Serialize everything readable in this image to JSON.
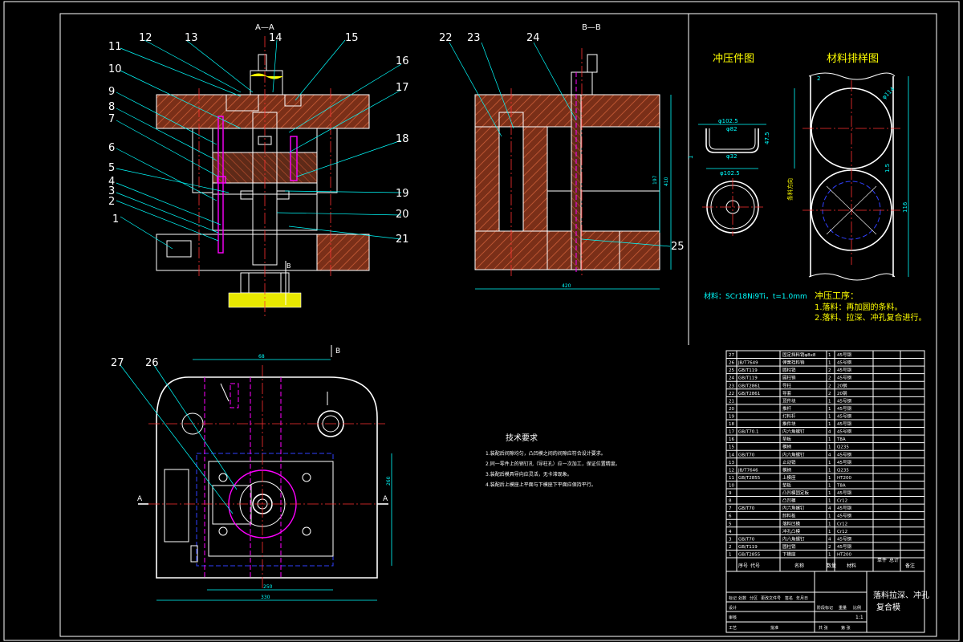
{
  "views": {
    "section_aa": "A—A",
    "section_bb": "B—B",
    "stamped_part": "冲压件图",
    "layout": "材料排样图"
  },
  "part_callouts": [
    "1",
    "2",
    "3",
    "4",
    "5",
    "6",
    "7",
    "8",
    "9",
    "10",
    "11",
    "12",
    "13",
    "14",
    "15",
    "16",
    "17",
    "18",
    "19",
    "20",
    "21",
    "22",
    "23",
    "24",
    "25",
    "26",
    "27"
  ],
  "section_markers": {
    "a_left": "A",
    "a_right": "A",
    "b_top": "B",
    "b_bottom": "B"
  },
  "material_note": "材料：SCr18Ni9Ti，t=1.0mm",
  "process": {
    "title": "冲压工序：",
    "steps": [
      "1.落料：再加圆的条料。",
      "2.落料、拉深、冲孔复合进行。"
    ]
  },
  "tech_req": {
    "title": "技术要求",
    "lines": [
      "1.装配后间隙均匀，凸凹模之间的间隙应符合设计要求。",
      "2.同一零件上的销钉孔（导柱孔）应一次加工，保证位置精度。",
      "3.装配后模具导向应灵活，无卡滞现象。",
      "4.装配后上模座上平面与下模座下平面应保持平行。"
    ]
  },
  "bom": {
    "header": [
      "序号",
      "代号",
      "名称",
      "数量",
      "材料",
      "单件",
      "总计",
      "备注"
    ],
    "rows": [
      [
        "27",
        "",
        "固定挡料销φ8x8",
        "1",
        "45号钢"
      ],
      [
        "26",
        "JB/T7649",
        "弹簧挡料销",
        "1",
        "45号钢"
      ],
      [
        "25",
        "GB/T119",
        "圆柱销",
        "2",
        "45号钢"
      ],
      [
        "24",
        "GB/T119",
        "圆柱销",
        "2",
        "45号钢"
      ],
      [
        "23",
        "GB/T2861",
        "导柱",
        "2",
        "20钢"
      ],
      [
        "22",
        "GB/T2861",
        "导套",
        "2",
        "20钢"
      ],
      [
        "21",
        "",
        "顶件块",
        "1",
        "45号钢"
      ],
      [
        "20",
        "",
        "推杆",
        "1",
        "45号钢"
      ],
      [
        "19",
        "",
        "打料杆",
        "1",
        "45号钢"
      ],
      [
        "18",
        "",
        "推件块",
        "1",
        "45号钢"
      ],
      [
        "17",
        "GB/T70.1",
        "内六角螺钉",
        "4",
        "45号钢"
      ],
      [
        "16",
        "",
        "垫板",
        "1",
        "T8A"
      ],
      [
        "15",
        "",
        "模柄",
        "1",
        "Q235"
      ],
      [
        "14",
        "GB/T70",
        "内六角螺钉",
        "4",
        "45号钢"
      ],
      [
        "13",
        "",
        "止动销",
        "1",
        "45号钢"
      ],
      [
        "12",
        "JB/T7646",
        "模柄",
        "1",
        "Q235"
      ],
      [
        "11",
        "GB/T2855",
        "上模座",
        "1",
        "HT200"
      ],
      [
        "10",
        "",
        "垫板",
        "1",
        "T8A"
      ],
      [
        "9",
        "",
        "凸凹模固定板",
        "1",
        "45号钢"
      ],
      [
        "8",
        "",
        "凸凹模",
        "1",
        "Cr12"
      ],
      [
        "7",
        "GB/T70",
        "内六角螺钉",
        "4",
        "45号钢"
      ],
      [
        "6",
        "",
        "卸料板",
        "1",
        "45号钢"
      ],
      [
        "5",
        "",
        "落料凹模",
        "1",
        "Cr12"
      ],
      [
        "4",
        "",
        "冲孔凸模",
        "1",
        "Cr12"
      ],
      [
        "3",
        "GB/T70",
        "内六角螺钉",
        "4",
        "45号钢"
      ],
      [
        "2",
        "GB/T119",
        "圆柱销",
        "2",
        "45号钢"
      ],
      [
        "1",
        "GB/T2855",
        "下模座",
        "1",
        "HT200"
      ]
    ]
  },
  "title_block": {
    "drawing_title": [
      "落料拉深、冲孔",
      "复合模"
    ],
    "labels": [
      "标记",
      "处数",
      "分区",
      "更改文件号",
      "签名",
      "年月日",
      "设计",
      "审核",
      "工艺",
      "批准",
      "阶段标记",
      "重量",
      "比例",
      "共 张",
      "第 张"
    ],
    "scale": "1:1"
  },
  "dims": {
    "part_dia_outer": "φ102.5",
    "part_dia_inner": "φ82",
    "part_hole": "φ32",
    "part_height": "47.5",
    "part_thick": "1",
    "layout_dia": "φ114",
    "layout_step": "2",
    "layout_width": "116",
    "layout_margin": "1.5",
    "layout_note": "条料方向",
    "front_w": "420",
    "front_h": "197",
    "front_h2": "410",
    "plan_w": "250",
    "plan_w2": "330",
    "plan_h": "260",
    "plan_top": "68"
  }
}
